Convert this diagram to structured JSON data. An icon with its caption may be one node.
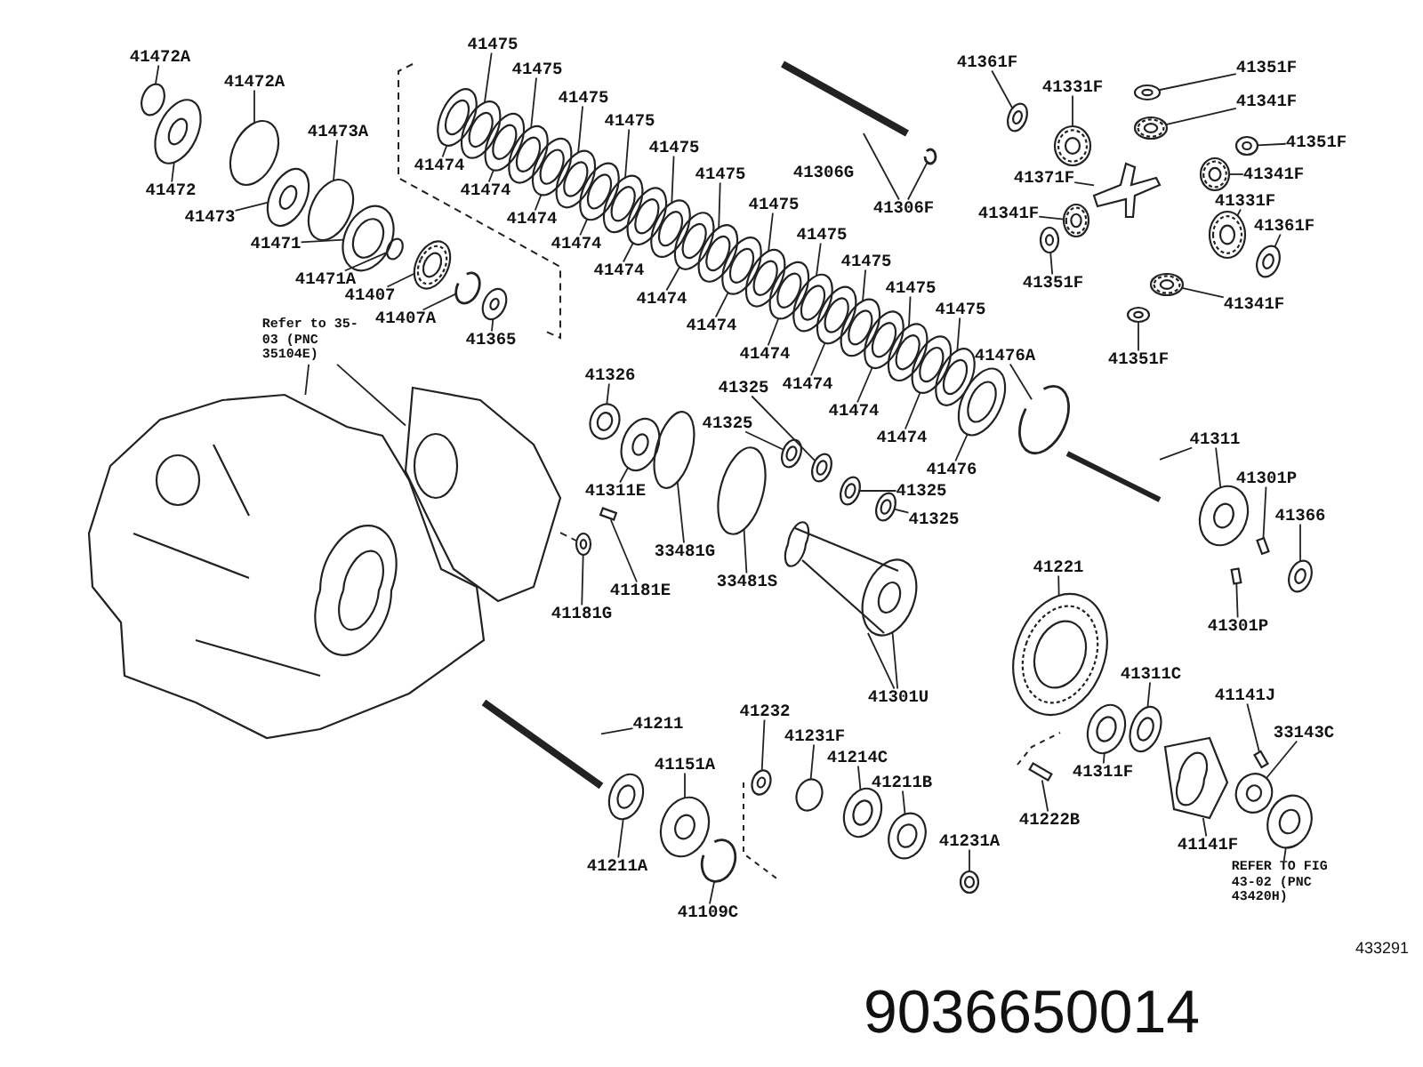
{
  "diagram": {
    "nodes": [
      {
        "text": [
          "41472A"
        ]
      },
      {
        "text": [
          "41472A"
        ]
      },
      {
        "text": [
          "41473A"
        ]
      },
      {
        "text": [
          "41472"
        ]
      },
      {
        "text": [
          "41473"
        ]
      },
      {
        "text": [
          "41471"
        ]
      },
      {
        "text": [
          "41471A"
        ]
      },
      {
        "text": [
          "41407"
        ]
      },
      {
        "text": [
          "41407A"
        ]
      },
      {
        "text": [
          "41365"
        ]
      },
      {
        "text": [
          "41475"
        ]
      },
      {
        "text": [
          "41475"
        ]
      },
      {
        "text": [
          "41475"
        ]
      },
      {
        "text": [
          "41475"
        ]
      },
      {
        "text": [
          "41475"
        ]
      },
      {
        "text": [
          "41475"
        ]
      },
      {
        "text": [
          "41475"
        ]
      },
      {
        "text": [
          "41475"
        ]
      },
      {
        "text": [
          "41475"
        ]
      },
      {
        "text": [
          "41475"
        ]
      },
      {
        "text": [
          "41475"
        ]
      },
      {
        "text": [
          "41474"
        ]
      },
      {
        "text": [
          "41474"
        ]
      },
      {
        "text": [
          "41474"
        ]
      },
      {
        "text": [
          "41474"
        ]
      },
      {
        "text": [
          "41474"
        ]
      },
      {
        "text": [
          "41474"
        ]
      },
      {
        "text": [
          "41474"
        ]
      },
      {
        "text": [
          "41474"
        ]
      },
      {
        "text": [
          "41474"
        ]
      },
      {
        "text": [
          "41474"
        ]
      },
      {
        "text": [
          "41474"
        ]
      },
      {
        "text": [
          "41306F"
        ]
      },
      {
        "text": [
          "41361F"
        ]
      },
      {
        "text": [
          "41331F"
        ]
      },
      {
        "text": [
          "41351F"
        ]
      },
      {
        "text": [
          "41341F"
        ]
      },
      {
        "text": [
          "41351F"
        ]
      },
      {
        "text": [
          "41341F"
        ]
      },
      {
        "text": [
          "41371F"
        ]
      },
      {
        "text": [
          "41341F"
        ]
      },
      {
        "text": [
          "41331F"
        ]
      },
      {
        "text": [
          "41361F"
        ]
      },
      {
        "text": [
          "41351F"
        ]
      },
      {
        "text": [
          "41341F"
        ]
      },
      {
        "text": [
          "41351F"
        ]
      },
      {
        "text": [
          "41476A"
        ]
      },
      {
        "text": [
          "41476"
        ]
      },
      {
        "text": [
          "Refer to 35-03 (PNC 35104E)"
        ]
      },
      {
        "text": [
          "41326"
        ]
      },
      {
        "text": [
          "41325"
        ]
      },
      {
        "text": [
          "41325"
        ]
      },
      {
        "text": [
          "41325"
        ]
      },
      {
        "text": [
          "41325"
        ]
      },
      {
        "text": [
          "41311E"
        ]
      },
      {
        "text": [
          "33481G"
        ]
      },
      {
        "text": [
          "33481S"
        ]
      },
      {
        "text": [
          "41181E"
        ]
      },
      {
        "text": [
          "41181G"
        ]
      },
      {
        "text": [
          "41311"
        ]
      },
      {
        "text": [
          "41301P"
        ]
      },
      {
        "text": [
          "41366"
        ]
      },
      {
        "text": [
          "41301P"
        ]
      },
      {
        "text": [
          "41301U"
        ]
      },
      {
        "text": [
          "41221"
        ]
      },
      {
        "text": [
          "41311C"
        ]
      },
      {
        "text": [
          "41141J"
        ]
      },
      {
        "text": [
          "33143C"
        ]
      },
      {
        "text": [
          "41311F"
        ]
      },
      {
        "text": [
          "41222B"
        ]
      },
      {
        "text": [
          "41141F"
        ]
      },
      {
        "text": [
          "REFER TO FIG 43-02 (PNC 43420H)"
        ]
      },
      {
        "text": [
          "41211"
        ]
      },
      {
        "text": [
          "41151A"
        ]
      },
      {
        "text": [
          "41211A"
        ]
      },
      {
        "text": [
          "41109C"
        ]
      },
      {
        "text": [
          "41232"
        ]
      },
      {
        "text": [
          "41231F"
        ]
      },
      {
        "text": [
          "41214C"
        ]
      },
      {
        "text": [
          "41211B"
        ]
      },
      {
        "text": [
          "41231A"
        ]
      },
      {
        "text": [],
        "shape": "ring"
      },
      {
        "text": [],
        "shape": "ring"
      },
      {
        "text": [],
        "shape": "ring"
      },
      {
        "text": [],
        "shape": "ring"
      },
      {
        "text": [],
        "shape": "ring"
      },
      {
        "text": [],
        "shape": "ring"
      },
      {
        "text": [],
        "shape": "ring"
      },
      {
        "text": [],
        "shape": "gear"
      },
      {
        "text": [],
        "shape": "clip"
      },
      {
        "text": [],
        "shape": "ring"
      },
      {
        "text": [],
        "shape": "ring"
      },
      {
        "text": [],
        "shape": "ring"
      },
      {
        "text": [],
        "shape": "ring"
      },
      {
        "text": [],
        "shape": "ring"
      },
      {
        "text": [],
        "shape": "ring"
      },
      {
        "text": [],
        "shape": "ring"
      },
      {
        "text": [],
        "shape": "ring"
      },
      {
        "text": [],
        "shape": "ring"
      },
      {
        "text": [],
        "shape": "ring"
      },
      {
        "text": [],
        "shape": "ring"
      },
      {
        "text": [],
        "shape": "ring"
      },
      {
        "text": [],
        "shape": "ring"
      },
      {
        "text": [],
        "shape": "ring"
      },
      {
        "text": [],
        "shape": "ring"
      },
      {
        "text": [],
        "shape": "ring"
      },
      {
        "text": [],
        "shape": "ring"
      },
      {
        "text": [],
        "shape": "ring"
      },
      {
        "text": [],
        "shape": "ring"
      },
      {
        "text": [],
        "shape": "ring"
      },
      {
        "text": [],
        "shape": "ring"
      },
      {
        "text": [],
        "shape": "ring"
      },
      {
        "text": [],
        "shape": "ring"
      },
      {
        "text": [],
        "shape": "shaft"
      },
      {
        "text": [],
        "shape": "clip"
      },
      {
        "text": [],
        "shape": "ring"
      },
      {
        "text": [],
        "shape": "gear"
      },
      {
        "text": [],
        "shape": "ring"
      },
      {
        "text": [],
        "shape": "gear"
      },
      {
        "text": [],
        "shape": "ring"
      },
      {
        "text": [],
        "shape": "gear"
      },
      {
        "text": [],
        "shape": "cross"
      },
      {
        "text": [],
        "shape": "gear"
      },
      {
        "text": [],
        "shape": "gear"
      },
      {
        "text": [],
        "shape": "ring"
      },
      {
        "text": [],
        "shape": "ring"
      },
      {
        "text": [],
        "shape": "gear"
      },
      {
        "text": [],
        "shape": "ring"
      },
      {
        "text": [],
        "shape": "clip"
      },
      {
        "text": [],
        "shape": "ring"
      },
      {
        "text": [],
        "shape": "picture"
      },
      {
        "text": [],
        "shape": "picture"
      },
      {
        "text": [],
        "shape": "ring"
      },
      {
        "text": [],
        "shape": "ring"
      },
      {
        "text": [],
        "shape": "ring"
      },
      {
        "text": [],
        "shape": "ring"
      },
      {
        "text": [],
        "shape": "ring"
      },
      {
        "text": [],
        "shape": "ring"
      },
      {
        "text": [],
        "shape": "ring"
      },
      {
        "text": [],
        "shape": "ring"
      },
      {
        "text": [],
        "shape": "bolt"
      },
      {
        "text": [],
        "shape": "ring"
      },
      {
        "text": [],
        "shape": "shaft"
      },
      {
        "text": [],
        "shape": "ring"
      },
      {
        "text": [],
        "shape": "bolt"
      },
      {
        "text": [],
        "shape": "ring"
      },
      {
        "text": [],
        "shape": "bolt"
      },
      {
        "text": [],
        "shape": "picture"
      },
      {
        "text": [],
        "shape": "ring"
      },
      {
        "text": [],
        "shape": "gear"
      },
      {
        "text": [],
        "shape": "ring"
      },
      {
        "text": [],
        "shape": "bolt"
      },
      {
        "text": [],
        "shape": "ring"
      },
      {
        "text": [],
        "shape": "ring"
      },
      {
        "text": [],
        "shape": "bolt"
      },
      {
        "text": [],
        "shape": "picture"
      },
      {
        "text": [],
        "shape": "ring"
      },
      {
        "text": [],
        "shape": "shaft"
      },
      {
        "text": [],
        "shape": "ring"
      },
      {
        "text": [],
        "shape": "ring"
      },
      {
        "text": [],
        "shape": "clip"
      },
      {
        "text": [],
        "shape": "ring"
      },
      {
        "text": [],
        "shape": "ring"
      },
      {
        "text": [],
        "shape": "ring"
      },
      {
        "text": [],
        "shape": "ring"
      },
      {
        "text": [],
        "shape": "ring"
      }
    ],
    "edges": [
      {
        "from": 0,
        "to": 81,
        "arrow": "none"
      },
      {
        "from": 1,
        "to": 82,
        "arrow": "none"
      },
      {
        "from": 2,
        "to": 83,
        "arrow": "none"
      },
      {
        "from": 3,
        "to": 84,
        "arrow": "none"
      },
      {
        "from": 4,
        "to": 85,
        "arrow": "none"
      },
      {
        "from": 5,
        "to": 86,
        "arrow": "none"
      },
      {
        "from": 6,
        "to": 87,
        "arrow": "none"
      },
      {
        "from": 7,
        "to": 88,
        "arrow": "none"
      },
      {
        "from": 8,
        "to": 89,
        "arrow": "none"
      },
      {
        "from": 9,
        "to": 90,
        "arrow": "none"
      },
      {
        "from": 10,
        "to": 91,
        "arrow": "none"
      },
      {
        "from": 11,
        "to": 92,
        "arrow": "none"
      },
      {
        "from": 12,
        "to": 93,
        "arrow": "none"
      },
      {
        "from": 13,
        "to": 94,
        "arrow": "none"
      },
      {
        "from": 14,
        "to": 95,
        "arrow": "none"
      },
      {
        "from": 15,
        "to": 96,
        "arrow": "none"
      },
      {
        "from": 16,
        "to": 97,
        "arrow": "none"
      },
      {
        "from": 17,
        "to": 98,
        "arrow": "none"
      },
      {
        "from": 18,
        "to": 99,
        "arrow": "none"
      },
      {
        "from": 19,
        "to": 100,
        "arrow": "none"
      },
      {
        "from": 20,
        "to": 101,
        "arrow": "none"
      },
      {
        "from": 21,
        "to": 102,
        "arrow": "none"
      },
      {
        "from": 22,
        "to": 103,
        "arrow": "none"
      },
      {
        "from": 23,
        "to": 104,
        "arrow": "none"
      },
      {
        "from": 24,
        "to": 105,
        "arrow": "none"
      },
      {
        "from": 25,
        "to": 106,
        "arrow": "none"
      },
      {
        "from": 26,
        "to": 107,
        "arrow": "none"
      },
      {
        "from": 27,
        "to": 108,
        "arrow": "none"
      },
      {
        "from": 28,
        "to": 109,
        "arrow": "none"
      },
      {
        "from": 29,
        "to": 110,
        "arrow": "none"
      },
      {
        "from": 30,
        "to": 111,
        "arrow": "none"
      },
      {
        "from": 31,
        "to": 112,
        "arrow": "none"
      },
      {
        "from": 32,
        "to": 113,
        "arrow": "none"
      },
      {
        "from": 32,
        "to": 114,
        "arrow": "none"
      },
      {
        "from": 33,
        "to": 115,
        "arrow": "none"
      },
      {
        "from": 34,
        "to": 116,
        "arrow": "none"
      },
      {
        "from": 35,
        "to": 117,
        "arrow": "none"
      },
      {
        "from": 36,
        "to": 118,
        "arrow": "none"
      },
      {
        "from": 37,
        "to": 119,
        "arrow": "none"
      },
      {
        "from": 38,
        "to": 120,
        "arrow": "none"
      },
      {
        "from": 39,
        "to": 121,
        "arrow": "none"
      },
      {
        "from": 40,
        "to": 122,
        "arrow": "none"
      },
      {
        "from": 41,
        "to": 123,
        "arrow": "none"
      },
      {
        "from": 42,
        "to": 124,
        "arrow": "none"
      },
      {
        "from": 43,
        "to": 125,
        "arrow": "none"
      },
      {
        "from": 44,
        "to": 126,
        "arrow": "none"
      },
      {
        "from": 45,
        "to": 127,
        "arrow": "none"
      },
      {
        "from": 46,
        "to": 128,
        "arrow": "none"
      },
      {
        "from": 47,
        "to": 129,
        "arrow": "none"
      },
      {
        "from": 48,
        "to": 130,
        "arrow": "none"
      },
      {
        "from": 48,
        "to": 131,
        "arrow": "none"
      },
      {
        "from": 49,
        "to": 132,
        "arrow": "none"
      },
      {
        "from": 50,
        "to": 133,
        "arrow": "none"
      },
      {
        "from": 51,
        "to": 134,
        "arrow": "none"
      },
      {
        "from": 52,
        "to": 135,
        "arrow": "none"
      },
      {
        "from": 53,
        "to": 136,
        "arrow": "none"
      },
      {
        "from": 54,
        "to": 137,
        "arrow": "none"
      },
      {
        "from": 55,
        "to": 138,
        "arrow": "none"
      },
      {
        "from": 56,
        "to": 139,
        "arrow": "none"
      },
      {
        "from": 57,
        "to": 140,
        "arrow": "none"
      },
      {
        "from": 58,
        "to": 141,
        "arrow": "none"
      },
      {
        "from": 59,
        "to": 142,
        "arrow": "none"
      },
      {
        "from": 59,
        "to": 143,
        "arrow": "none"
      },
      {
        "from": 60,
        "to": 144,
        "arrow": "none"
      },
      {
        "from": 61,
        "to": 145,
        "arrow": "none"
      },
      {
        "from": 62,
        "to": 146,
        "arrow": "none"
      },
      {
        "from": 63,
        "to": 147,
        "arrow": "none"
      },
      {
        "from": 63,
        "to": 148,
        "arrow": "none"
      },
      {
        "from": 64,
        "to": 149,
        "arrow": "none"
      },
      {
        "from": 65,
        "to": 150,
        "arrow": "none"
      },
      {
        "from": 66,
        "to": 151,
        "arrow": "none"
      },
      {
        "from": 67,
        "to": 152,
        "arrow": "none"
      },
      {
        "from": 68,
        "to": 153,
        "arrow": "none"
      },
      {
        "from": 69,
        "to": 154,
        "arrow": "none"
      },
      {
        "from": 70,
        "to": 155,
        "arrow": "none"
      },
      {
        "from": 71,
        "to": 156,
        "arrow": "none"
      },
      {
        "from": 72,
        "to": 157,
        "arrow": "none"
      },
      {
        "from": 73,
        "to": 158,
        "arrow": "none"
      },
      {
        "from": 74,
        "to": 159,
        "arrow": "none"
      },
      {
        "from": 75,
        "to": 160,
        "arrow": "none"
      },
      {
        "from": 76,
        "to": 161,
        "arrow": "none"
      },
      {
        "from": 77,
        "to": 162,
        "arrow": "none"
      },
      {
        "from": 78,
        "to": 163,
        "arrow": "none"
      },
      {
        "from": 79,
        "to": 164,
        "arrow": "none"
      },
      {
        "from": 80,
        "to": 165,
        "arrow": "none"
      },
      {
        "from": 131,
        "to": 141,
        "arrow": "none",
        "style": "dashed"
      }
    ],
    "labels": [
      "41306G",
      "433291",
      "9036650014"
    ]
  }
}
